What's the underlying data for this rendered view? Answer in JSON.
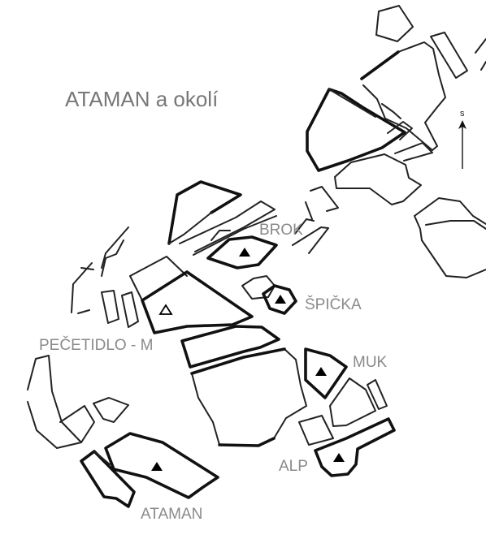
{
  "map": {
    "title": "ATAMAN a okolí",
    "north_label": "s",
    "colors": {
      "outline": "#222222",
      "label": "#8a8a8a",
      "title": "#777777"
    },
    "markers": {
      "summit": "filled-triangle",
      "other": "open-triangle"
    },
    "rocks": [
      {
        "name": "BROK",
        "marker": "filled-triangle"
      },
      {
        "name": "ŠPIČKA",
        "marker": "filled-triangle"
      },
      {
        "name": "PEČETIDLO - M",
        "marker": "open-triangle"
      },
      {
        "name": "MUK",
        "marker": "filled-triangle"
      },
      {
        "name": "ALP",
        "marker": "filled-triangle"
      },
      {
        "name": "ATAMAN",
        "marker": "filled-triangle"
      }
    ]
  }
}
